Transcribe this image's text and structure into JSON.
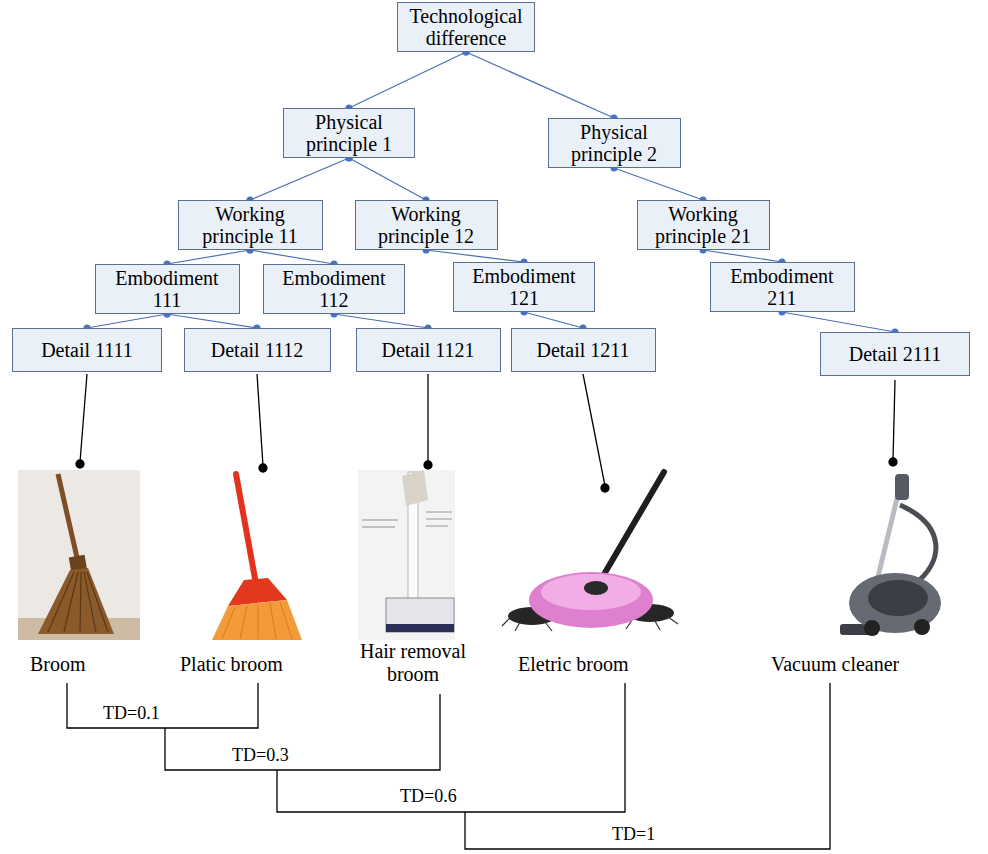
{
  "diagram": {
    "nodes": [
      {
        "text": [
          "Technological difference"
        ]
      },
      {
        "text": [
          "Physical principle 1"
        ]
      },
      {
        "text": [
          "Physical principle 2"
        ]
      },
      {
        "text": [
          "Working principle 11"
        ]
      },
      {
        "text": [
          "Working principle 12"
        ]
      },
      {
        "text": [
          "Working principle 21"
        ]
      },
      {
        "text": [
          "Embodiment 111"
        ]
      },
      {
        "text": [
          "Embodiment 112"
        ]
      },
      {
        "text": [
          "Embodiment 121"
        ]
      },
      {
        "text": [
          "Embodiment 211"
        ]
      },
      {
        "text": [
          "Detail 1111"
        ]
      },
      {
        "text": [
          "Detail 1112"
        ]
      },
      {
        "text": [
          "Detail 1121"
        ]
      },
      {
        "text": [
          "Detail 1211"
        ]
      },
      {
        "text": [
          "Detail 2111"
        ]
      }
    ],
    "edges": [
      {
        "from": 0,
        "to": 1,
        "arrow": "none"
      },
      {
        "from": 0,
        "to": 2,
        "arrow": "none"
      },
      {
        "from": 1,
        "to": 3,
        "arrow": "none"
      },
      {
        "from": 1,
        "to": 4,
        "arrow": "none"
      },
      {
        "from": 2,
        "to": 5,
        "arrow": "none"
      },
      {
        "from": 3,
        "to": 6,
        "arrow": "none"
      },
      {
        "from": 3,
        "to": 7,
        "arrow": "none"
      },
      {
        "from": 4,
        "to": 8,
        "arrow": "none"
      },
      {
        "from": 5,
        "to": 9,
        "arrow": "none"
      },
      {
        "from": 6,
        "to": 10,
        "arrow": "none"
      },
      {
        "from": 6,
        "to": 11,
        "arrow": "none"
      },
      {
        "from": 7,
        "to": 12,
        "arrow": "none"
      },
      {
        "from": 8,
        "to": 13,
        "arrow": "none"
      },
      {
        "from": 9,
        "to": 14,
        "arrow": "none"
      }
    ],
    "labels": [
      "Broom",
      "Platic broom",
      "Hair removal broom",
      "Eletric broom",
      "Vacuum cleaner",
      "TD=0.1",
      "TD=0.3",
      "TD=0.6",
      "TD=1"
    ]
  }
}
